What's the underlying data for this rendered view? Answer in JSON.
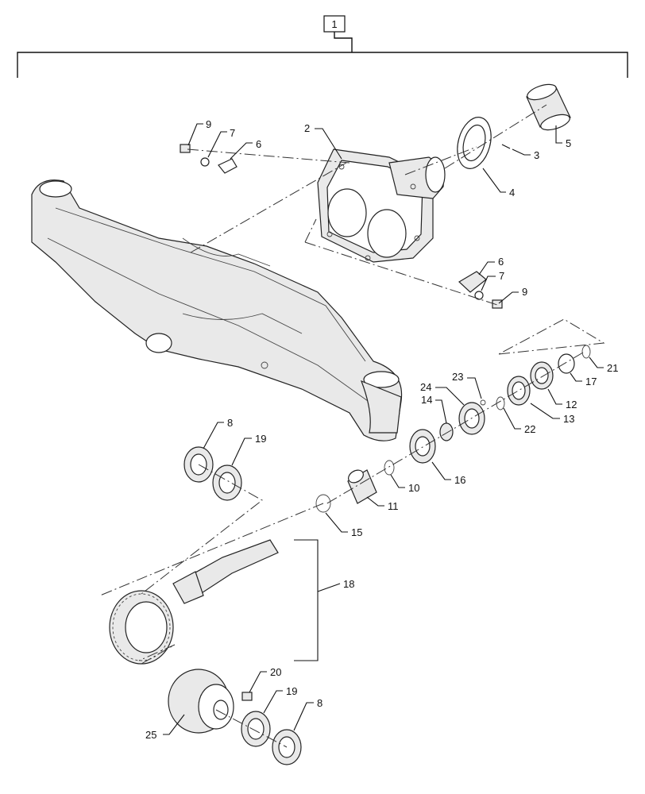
{
  "diagram": {
    "assembly_number": "1",
    "callouts": {
      "c2": "2",
      "c3": "3",
      "c4": "4",
      "c5": "5",
      "c6a": "6",
      "c7a": "7",
      "c9a": "9",
      "c6b": "6",
      "c7b": "7",
      "c9b": "9",
      "c8a": "8",
      "c19a": "19",
      "c10": "10",
      "c11": "11",
      "c12": "12",
      "c13": "13",
      "c14": "14",
      "c15": "15",
      "c16": "16",
      "c17": "17",
      "c18": "18",
      "c20": "20",
      "c21": "21",
      "c22": "22",
      "c23": "23",
      "c24": "24",
      "c25": "25",
      "c19b": "19",
      "c8b": "8"
    }
  }
}
